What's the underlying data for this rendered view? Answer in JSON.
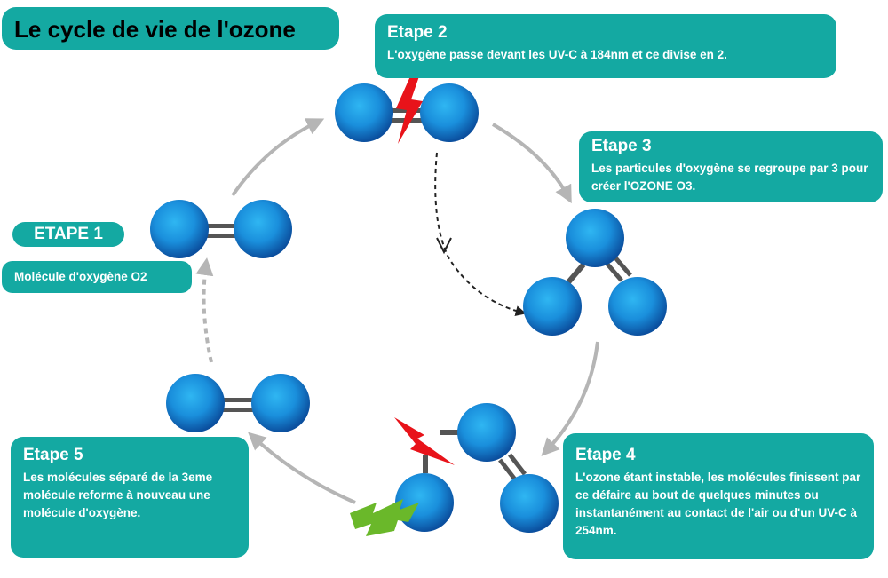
{
  "title": "Le cycle de vie de l'ozone",
  "step1": {
    "title": "ETAPE 1",
    "label": "Molécule d'oxygène O2"
  },
  "step2": {
    "title": "Etape 2",
    "text": "L'oxygène passe devant les UV-C à 184nm et ce divise en 2."
  },
  "step3": {
    "title": "Etape 3",
    "text": "Les particules d'oxygène se regroupe par 3 pour créer l'OZONE O3."
  },
  "step4": {
    "title": "Etape 4",
    "text": "L'ozone étant instable, les molécules finissent par ce défaire au bout de quelques minutes ou instantanément au contact de l'air ou d'un UV-C à 254nm."
  },
  "step5": {
    "title": "Etape 5",
    "text": "Les molécules séparé de la 3eme molécule reforme à nouveau une molécule d'oxygène."
  },
  "colors": {
    "box": "#14a9a2",
    "atom": "#1e88d8",
    "bond": "#555555",
    "arrow": "#b5b5b5",
    "lightning_red": "#e8131a",
    "lightning_green": "#6ab82a"
  },
  "icons": [
    "lightning-red-icon",
    "lightning-green-icon"
  ]
}
